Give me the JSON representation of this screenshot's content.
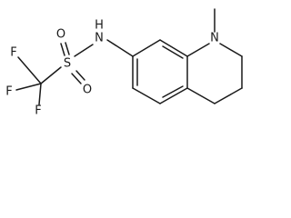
{
  "molecule": {
    "atoms": {
      "f_top": "F",
      "f_left": "F",
      "f_bottom": "F",
      "sulfur": "S",
      "oxygen_top": "O",
      "oxygen_bottom": "O",
      "nh": "N",
      "nh_h": "H",
      "ring_n": "N"
    },
    "colors": {
      "line": "#1a1a1a",
      "background": "#ffffff"
    }
  }
}
